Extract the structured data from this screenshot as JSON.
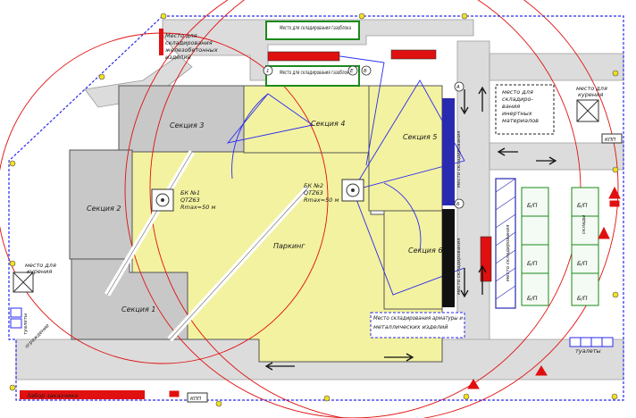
{
  "sections": {
    "s1": "Секция 1",
    "s2": "Секция 2",
    "s3": "Секция 3",
    "s4": "Секция 4",
    "s5": "Секция 5",
    "s6": "Секция 6",
    "parking": "Паркинг"
  },
  "crane1": {
    "line1": "БК №1",
    "line2": "QTZ63",
    "line3": "Rmax=50 м"
  },
  "crane2": {
    "line1": "БК №2",
    "line2": "QTZ63",
    "line3": "Rmax=50 м"
  },
  "storage": {
    "concrete_l1": "Место для",
    "concrete_l2": "складирования",
    "concrete_l3": "железобетонных",
    "concrete_l4": "изделий",
    "lawn_top": "Место для складирования газоблока",
    "lawn_bottom": "Место для складирования газоблока",
    "inert_l1": "место для",
    "inert_l2": "складиро-",
    "inert_l3": "вания",
    "inert_l4": "инертных",
    "inert_l5": "материалов",
    "rebar_l1": "Место складирования арматуры и",
    "rebar_l2": "металлических изделий",
    "vertical_1": "место складирования",
    "vertical_2": "место складирования",
    "vertical_3": "место складирования"
  },
  "smoking": {
    "left_l1": "место для",
    "left_l2": "курения",
    "right_l1": "место для",
    "right_l2": "курения"
  },
  "labels": {
    "kpp_top": "КПП",
    "kpp_bottom": "КПП",
    "fence": "ограждение",
    "toilets": "туалеты",
    "toilets_left": "туалеты",
    "customer_fence": "Забор заказчика",
    "bp": "Б/П",
    "storage_v": "склады",
    "marker_a": "А",
    "marker_b": "Б",
    "marker_v": "В",
    "marker_e": "Е",
    "marker_1": "1"
  }
}
